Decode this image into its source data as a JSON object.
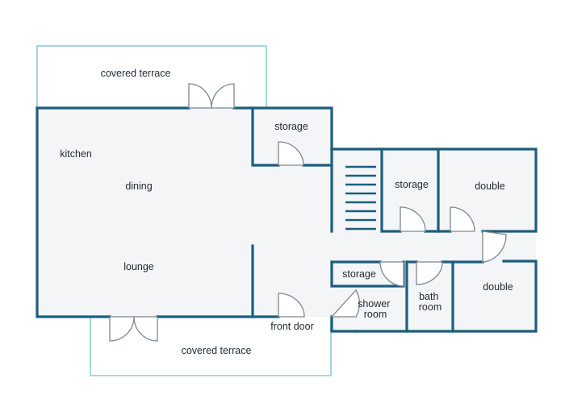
{
  "floor_plan": {
    "rooms": {
      "terrace_top": "covered terrace",
      "kitchen": "kitchen",
      "dining": "dining",
      "lounge": "lounge",
      "storage_top": "storage",
      "storage_middle": "storage",
      "double_top": "double",
      "storage_small": "storage",
      "shower_room": [
        "shower",
        "room"
      ],
      "bath_room": [
        "bath",
        "room"
      ],
      "double_bottom": "double",
      "front_door": "front door",
      "terrace_bottom": "covered terrace"
    },
    "colors": {
      "wall": "#1b5e80",
      "terrace_outline": "#a9d3e6",
      "floor": "#f4f5f6",
      "door": "#7d8891"
    }
  }
}
